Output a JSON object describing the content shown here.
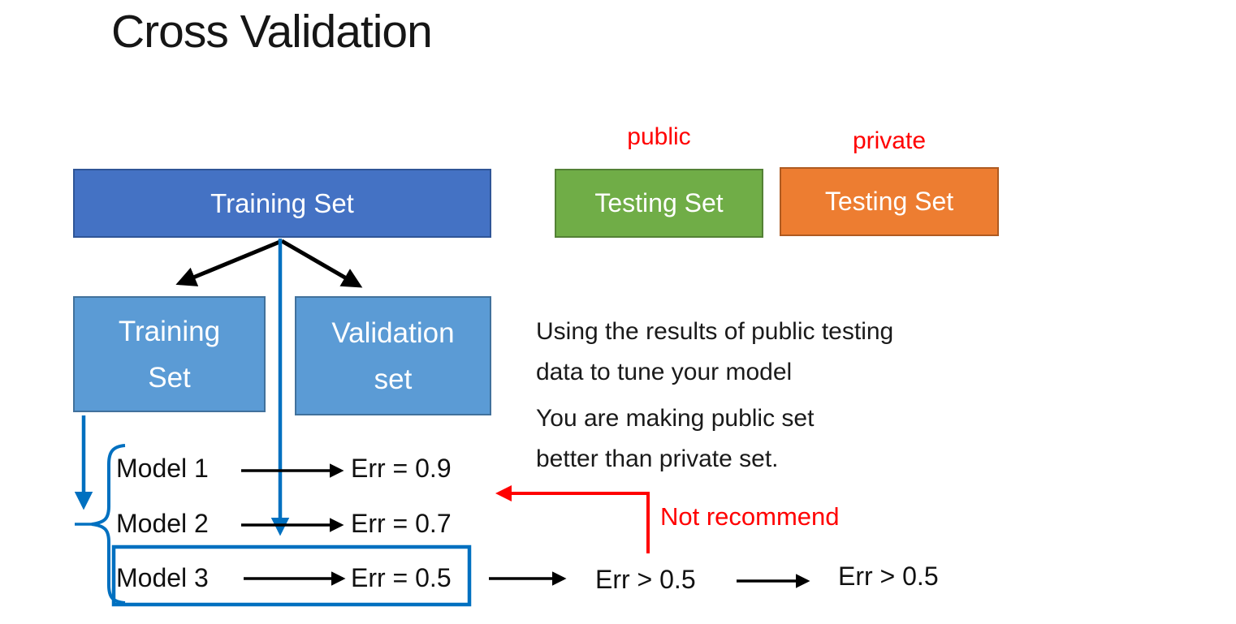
{
  "slide": {
    "title": "Cross Validation",
    "boxes": {
      "training_full": "Training Set",
      "testing_public": "Testing Set",
      "testing_private": "Testing Set",
      "training_sub": "Training\nSet",
      "validation_sub": "Validation\nset"
    },
    "labels": {
      "public": "public",
      "private": "private",
      "not_recommend": "Not recommend"
    },
    "notes": {
      "tune": "Using the results of public testing\ndata to tune your model",
      "making": "You are making public set\nbetter than private set."
    },
    "models": [
      {
        "name": "Model 1",
        "err": "Err = 0.9"
      },
      {
        "name": "Model 2",
        "err": "Err = 0.7"
      },
      {
        "name": "Model 3",
        "err": "Err = 0.5"
      }
    ],
    "errors": {
      "public_result": "Err > 0.5",
      "private_result": "Err > 0.5"
    },
    "colors": {
      "training_full_fill": "#4472C4",
      "training_full_border": "#2F5597",
      "sub_fill": "#5B9BD5",
      "sub_border": "#41719C",
      "public_fill": "#70AD47",
      "public_border": "#538135",
      "private_fill": "#ED7D31",
      "private_border": "#AE5A21",
      "annotation_red": "#FF0000",
      "annotation_blue": "#0070C0",
      "arrow_black": "#000000"
    }
  }
}
